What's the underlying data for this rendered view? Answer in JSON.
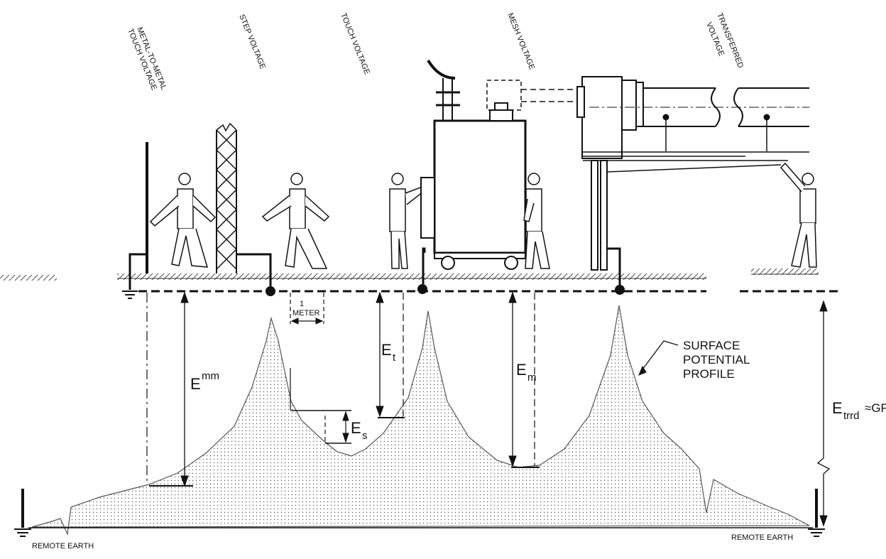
{
  "labels": {
    "top": {
      "metal_to_metal_line1": "METAL-TO-METAL",
      "metal_to_metal_line2": "TOUCH VOLTAGE",
      "step": "STEP VOLTAGE",
      "touch": "TOUCH VOLTAGE",
      "mesh": "MESH VOLTAGE",
      "transferred_line1": "TRANSFERRED",
      "transferred_line2": "VOLTAGE"
    },
    "one": "1",
    "meter": "METER",
    "emm": {
      "main": "E",
      "sub": "mm"
    },
    "et": {
      "main": "E",
      "sub": "t"
    },
    "es": {
      "main": "E",
      "sub": "s"
    },
    "em": {
      "main": "E",
      "sub": "m"
    },
    "etrrd": {
      "main": "E",
      "sub": "trrd",
      "approx": "≈GPR"
    },
    "surface": {
      "line1": "SURFACE",
      "line2": "POTENTIAL",
      "line3": "PROFILE"
    },
    "remote_earth_left": "REMOTE EARTH",
    "remote_earth_right": "REMOTE EARTH"
  }
}
